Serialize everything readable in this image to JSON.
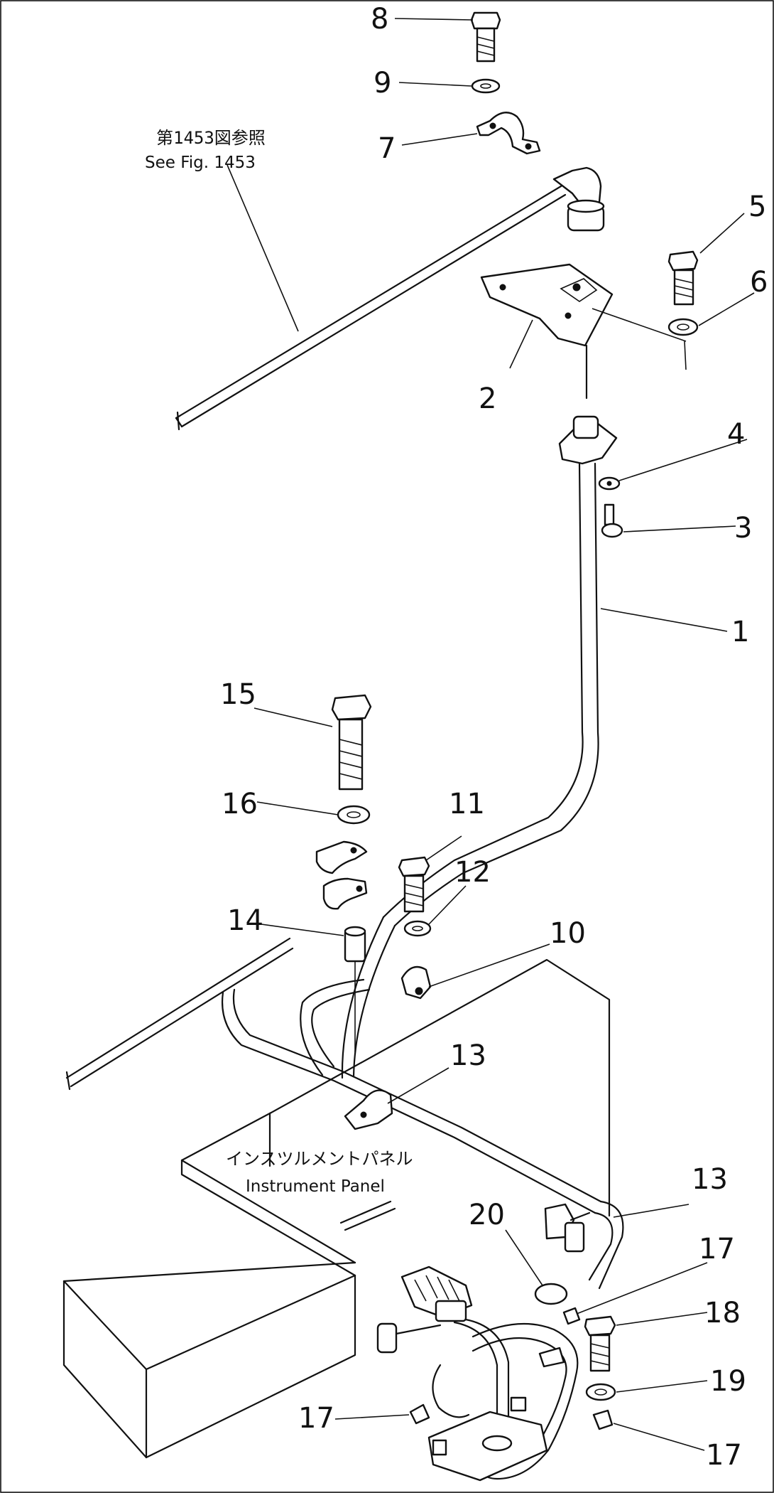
{
  "callouts": [
    {
      "id": "8",
      "label": "8"
    },
    {
      "id": "9",
      "label": "9"
    },
    {
      "id": "7",
      "label": "7"
    },
    {
      "id": "5",
      "label": "5"
    },
    {
      "id": "6",
      "label": "6"
    },
    {
      "id": "2",
      "label": "2"
    },
    {
      "id": "4",
      "label": "4"
    },
    {
      "id": "3",
      "label": "3"
    },
    {
      "id": "1",
      "label": "1"
    },
    {
      "id": "15",
      "label": "15"
    },
    {
      "id": "16",
      "label": "16"
    },
    {
      "id": "11",
      "label": "11"
    },
    {
      "id": "12",
      "label": "12"
    },
    {
      "id": "14",
      "label": "14"
    },
    {
      "id": "10",
      "label": "10"
    },
    {
      "id": "13a",
      "label": "13"
    },
    {
      "id": "13b",
      "label": "13"
    },
    {
      "id": "20",
      "label": "20"
    },
    {
      "id": "17a",
      "label": "17"
    },
    {
      "id": "18",
      "label": "18"
    },
    {
      "id": "19",
      "label": "19"
    },
    {
      "id": "17b",
      "label": "17"
    },
    {
      "id": "17c",
      "label": "17"
    }
  ],
  "notes": {
    "see_fig_jp": "第1453図参照",
    "see_fig_en": "See Fig. 1453",
    "instrument_panel_jp": "インスツルメントパネル",
    "instrument_panel_en": "Instrument Panel"
  }
}
